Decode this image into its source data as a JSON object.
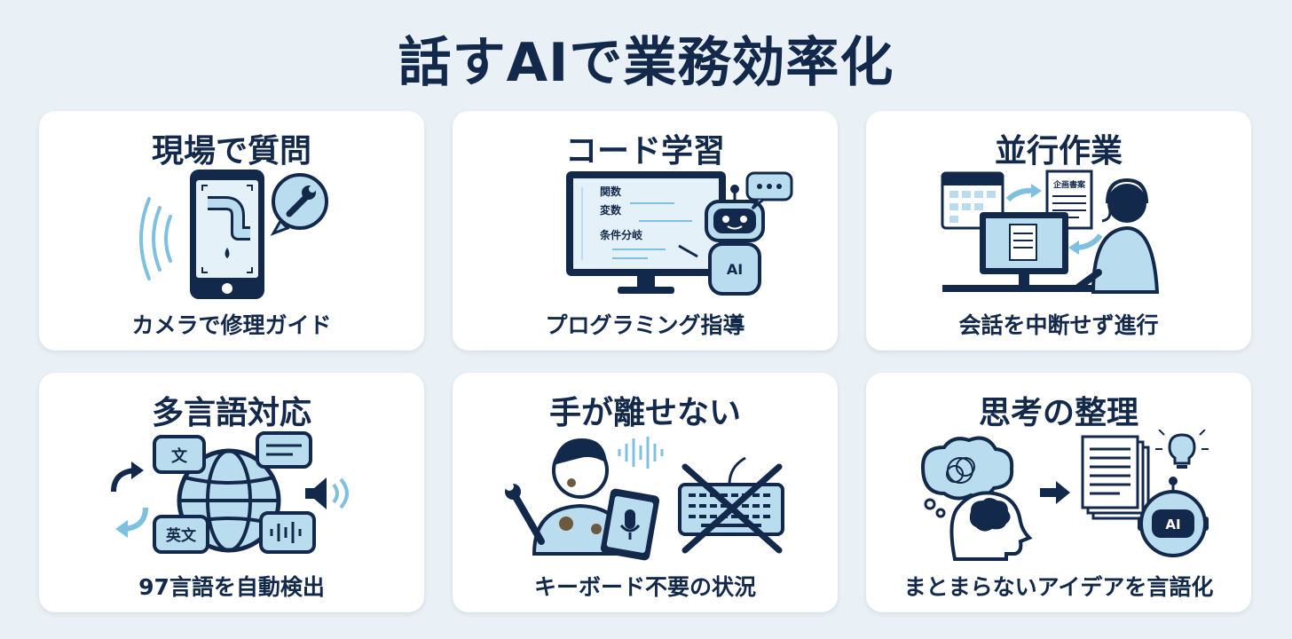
{
  "title": "話すAIで業務効率化",
  "cards": [
    {
      "heading": "現場で質問",
      "caption": "カメラで修理ガイド"
    },
    {
      "heading": "コード学習",
      "caption": "プログラミング指導",
      "screen_lines": [
        "関数",
        "変数",
        "条件分岐"
      ],
      "robot_label": "AI"
    },
    {
      "heading": "並行作業",
      "caption": "会話を中断せず進行",
      "doc_label": "企画書案"
    },
    {
      "heading": "多言語対応",
      "caption": "97言語を自動検出",
      "bubble_a": "文",
      "bubble_b": "英文"
    },
    {
      "heading": "手が離せない",
      "caption": "キーボード不要の状況"
    },
    {
      "heading": "思考の整理",
      "caption": "まとまらないアイデアを言語化",
      "robot_label": "AI"
    }
  ],
  "colors": {
    "navy": "#13294b",
    "light_blue": "#b9dcef",
    "mid_blue": "#7fbfe0",
    "background": "#eaf1f6",
    "card": "#ffffff"
  }
}
